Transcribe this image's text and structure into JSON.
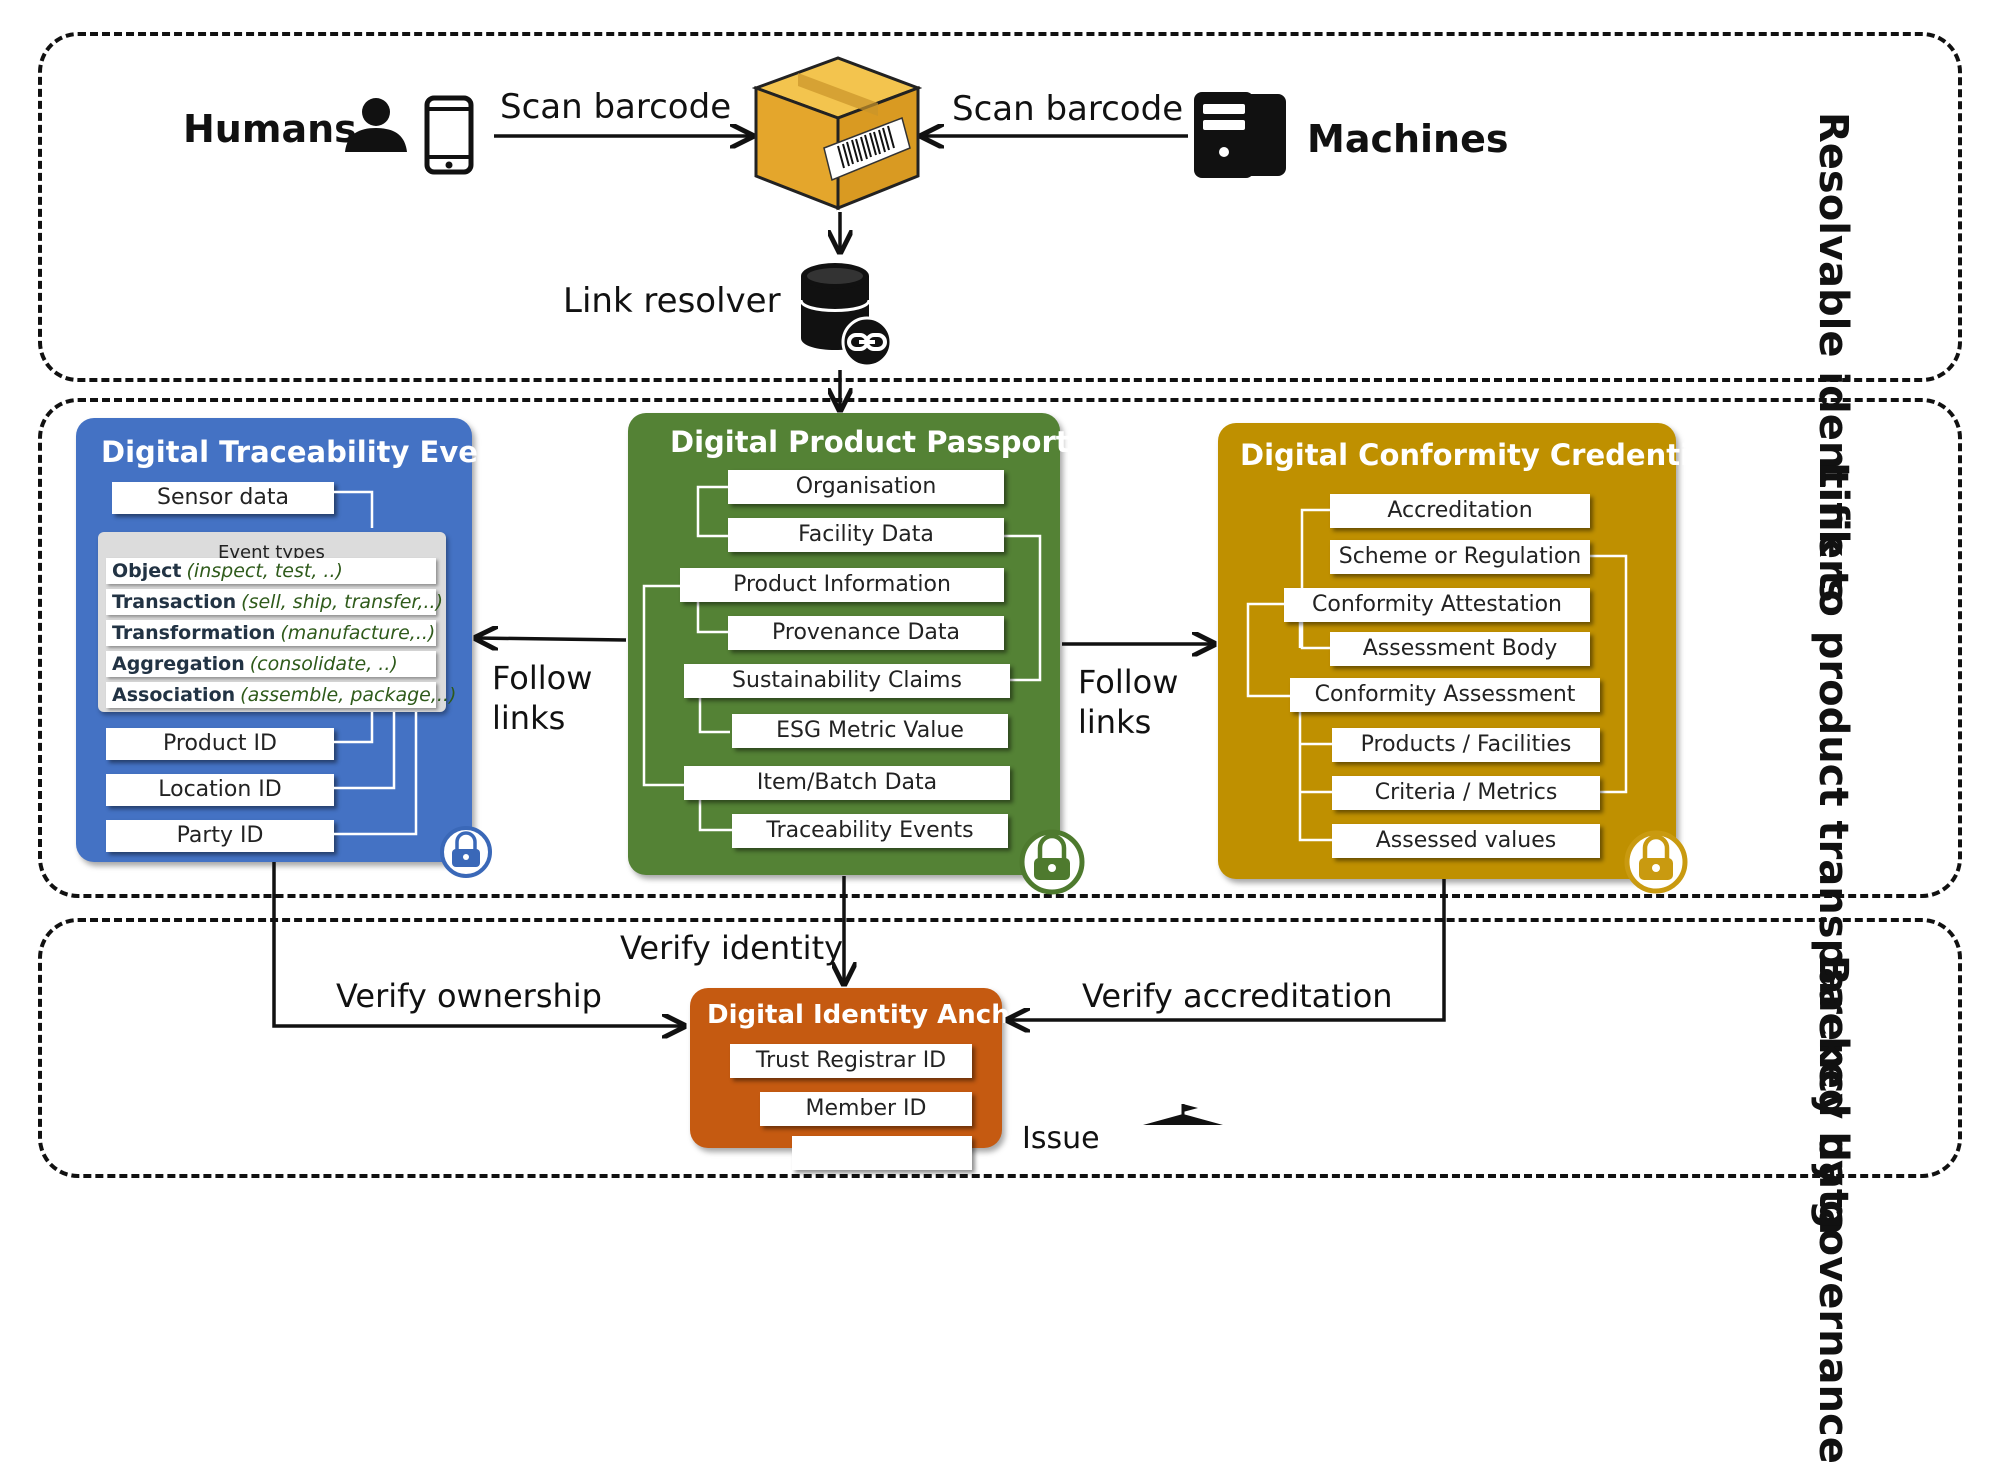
{
  "layers": {
    "top": "Resolvable identifiers",
    "middle": "Link to product transparency data",
    "bottom": "Backed by governance"
  },
  "actors": {
    "humans": "Humans",
    "machines": "Machines"
  },
  "edges": {
    "scan_left": "Scan barcode",
    "scan_right": "Scan barcode",
    "link_resolver": "Link resolver",
    "follow_left_1": "Follow",
    "follow_left_2": "links",
    "follow_right_1": "Follow",
    "follow_right_2": "links",
    "verify_identity": "Verify identity",
    "verify_ownership": "Verify ownership",
    "verify_accreditation": "Verify accreditation",
    "issue": "Issue"
  },
  "dte": {
    "title": "Digital Traceability Event",
    "sensor": "Sensor data",
    "event_types_title": "Event types",
    "event_types": [
      {
        "name": "Object",
        "desc": "(inspect, test, ..)"
      },
      {
        "name": "Transaction",
        "desc": "(sell, ship, transfer,..)"
      },
      {
        "name": "Transformation",
        "desc": "(manufacture,..)"
      },
      {
        "name": "Aggregation",
        "desc": "(consolidate, ..)"
      },
      {
        "name": "Association",
        "desc": "(assemble, package,..)"
      }
    ],
    "ids": [
      "Product ID",
      "Location ID",
      "Party ID"
    ]
  },
  "dpp": {
    "title": "Digital Product Passport",
    "items": [
      "Organisation",
      "Facility Data",
      "Product Information",
      "Provenance Data",
      "Sustainability Claims",
      "ESG Metric Value",
      "Item/Batch Data",
      "Traceability Events"
    ]
  },
  "dcc": {
    "title": "Digital Conformity Credential",
    "items": [
      "Accreditation",
      "Scheme or Regulation",
      "Conformity Attestation",
      "Assessment Body",
      "Conformity Assessment",
      "Products / Facilities",
      "Criteria / Metrics",
      "Assessed values"
    ]
  },
  "dia": {
    "title": "Digital Identity Anchor",
    "items": [
      "Trust Registrar ID",
      "Member ID"
    ]
  },
  "colors": {
    "dte": "#4472c4",
    "dpp": "#548235",
    "dcc": "#bf9000",
    "dia": "#c55a11",
    "box": "#e8b43a"
  },
  "icons": [
    "person-icon",
    "smartphone-icon",
    "package-barcode-icon",
    "server-icon",
    "database-link-icon",
    "padlock-icon",
    "building-flag-icon"
  ]
}
